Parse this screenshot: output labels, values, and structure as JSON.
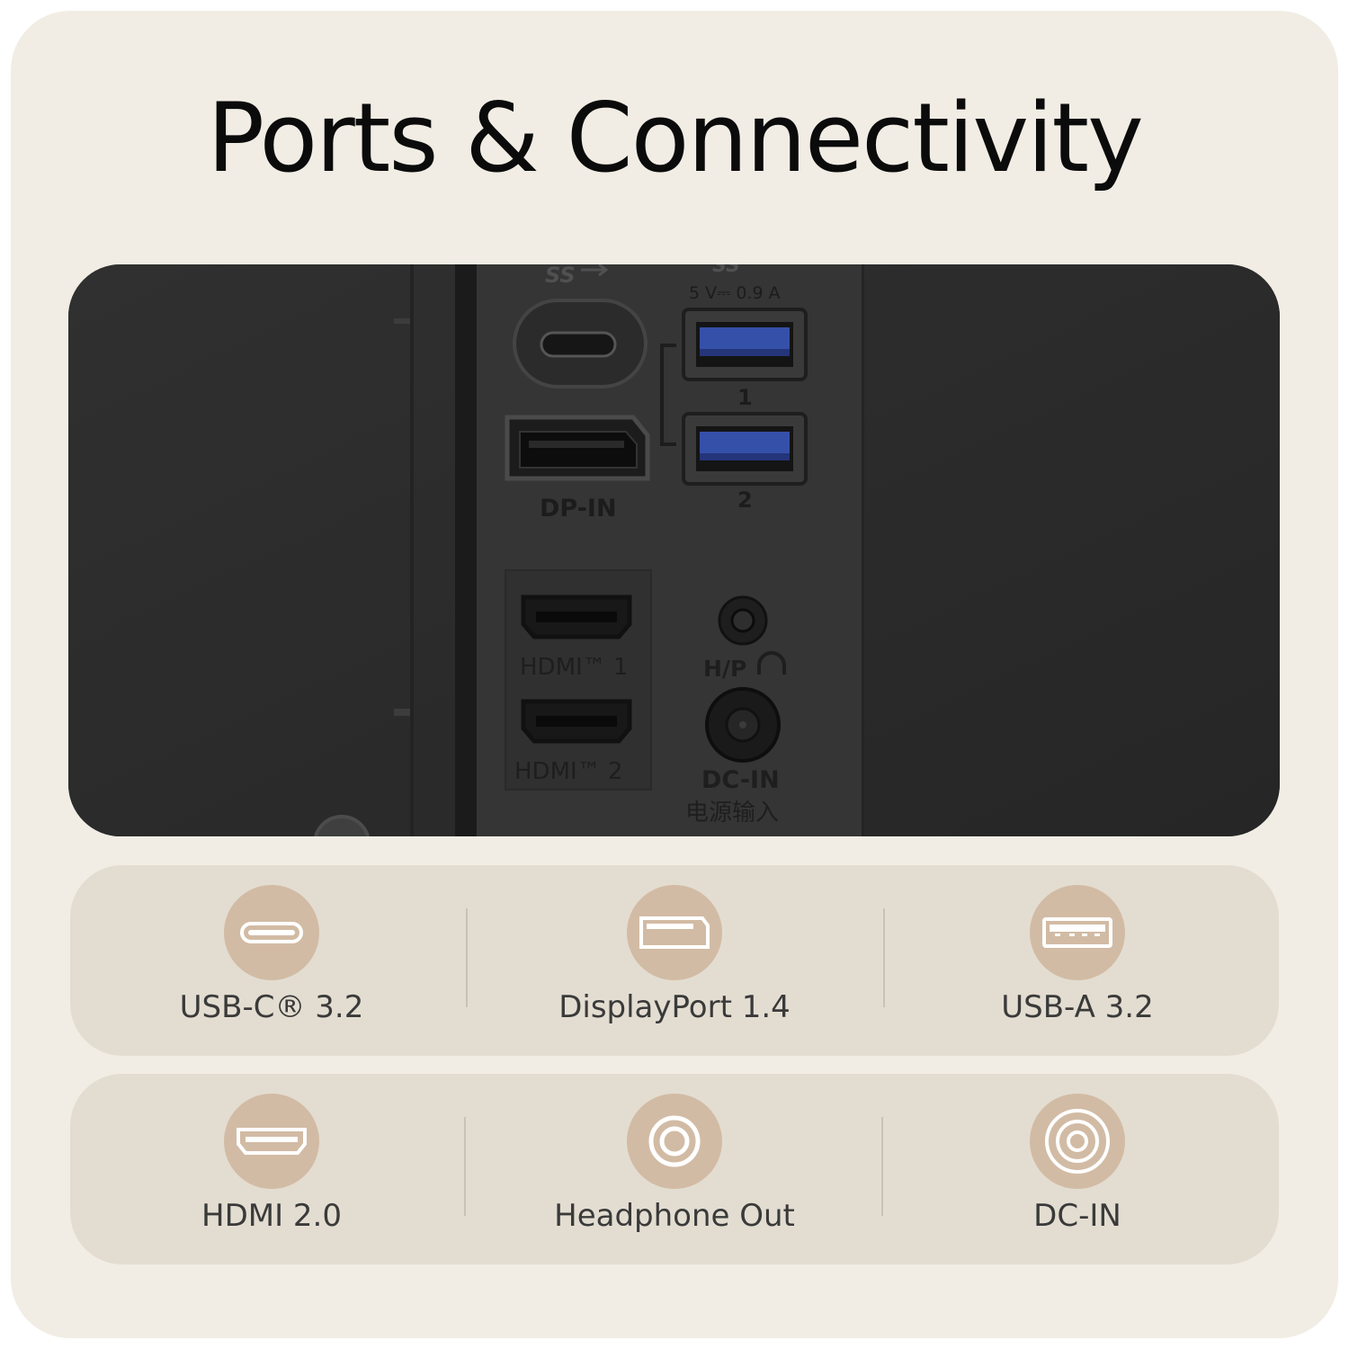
{
  "title": "Ports & Connectivity",
  "photo": {
    "markings": {
      "usb_c_logo": "SS",
      "usb_a_logo": "SS",
      "power_rating": "5 V⎓ 0.9 A",
      "usb_port_1": "1",
      "usb_port_2": "2",
      "dp_in": "DP-IN",
      "hdmi_1": "HDMI™ 1",
      "hdmi_2": "HDMI™ 2",
      "headphone": "H/P",
      "dc_in": "DC-IN",
      "dc_in_cn": "电源输入"
    },
    "colors": {
      "housing": "#2c2c2c",
      "usb_blue": "#3550a8"
    }
  },
  "ports": [
    {
      "label": "USB-C® 3.2",
      "icon": "usb-c-icon"
    },
    {
      "label": "DisplayPort 1.4",
      "icon": "displayport-icon"
    },
    {
      "label": "USB-A 3.2",
      "icon": "usb-a-icon"
    },
    {
      "label": "HDMI 2.0",
      "icon": "hdmi-icon"
    },
    {
      "label": "Headphone Out",
      "icon": "headphone-jack-icon"
    },
    {
      "label": "DC-IN",
      "icon": "dc-in-icon"
    }
  ],
  "colors": {
    "background": "#f1ede4",
    "row_background": "#e3ddd1",
    "icon_disc": "#d2bba4",
    "label_text": "#3a3a3a"
  }
}
